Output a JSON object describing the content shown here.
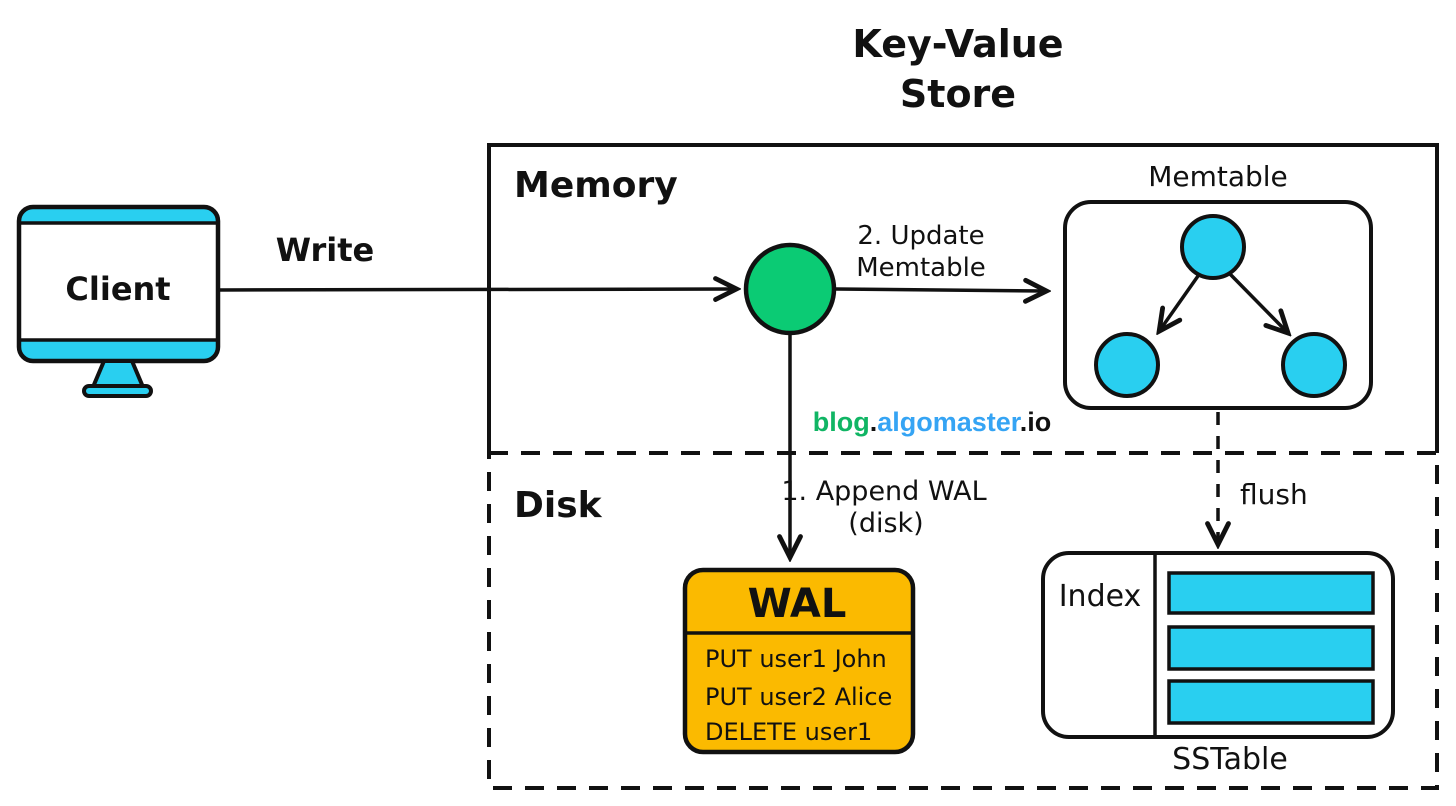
{
  "title": {
    "line1": "Key-Value",
    "line2": "Store"
  },
  "client": {
    "label": "Client"
  },
  "memory": {
    "label": "Memory"
  },
  "disk": {
    "label": "Disk"
  },
  "arrows": {
    "write_label": "Write",
    "update_line1": "2. Update",
    "update_line2": "Memtable",
    "append_line1": "1. Append WAL",
    "append_line2": "(disk)",
    "flush_label": "flush"
  },
  "memtable": {
    "label": "Memtable"
  },
  "wal": {
    "title": "WAL",
    "entries": [
      "PUT user1 John",
      "PUT user2 Alice",
      "DELETE user1"
    ]
  },
  "sstable": {
    "label": "SSTable",
    "index_label": "Index"
  },
  "watermark": {
    "part1": "blog",
    "dot1": ".",
    "part2": "algomaster",
    "dot2": ".",
    "part3": "io"
  },
  "colors": {
    "cyan": "#29CFF0",
    "green": "#0BCB74",
    "orange": "#FBBA00",
    "stroke": "#111111",
    "watermark_green": "#10B564",
    "watermark_blue": "#35A4F4"
  }
}
